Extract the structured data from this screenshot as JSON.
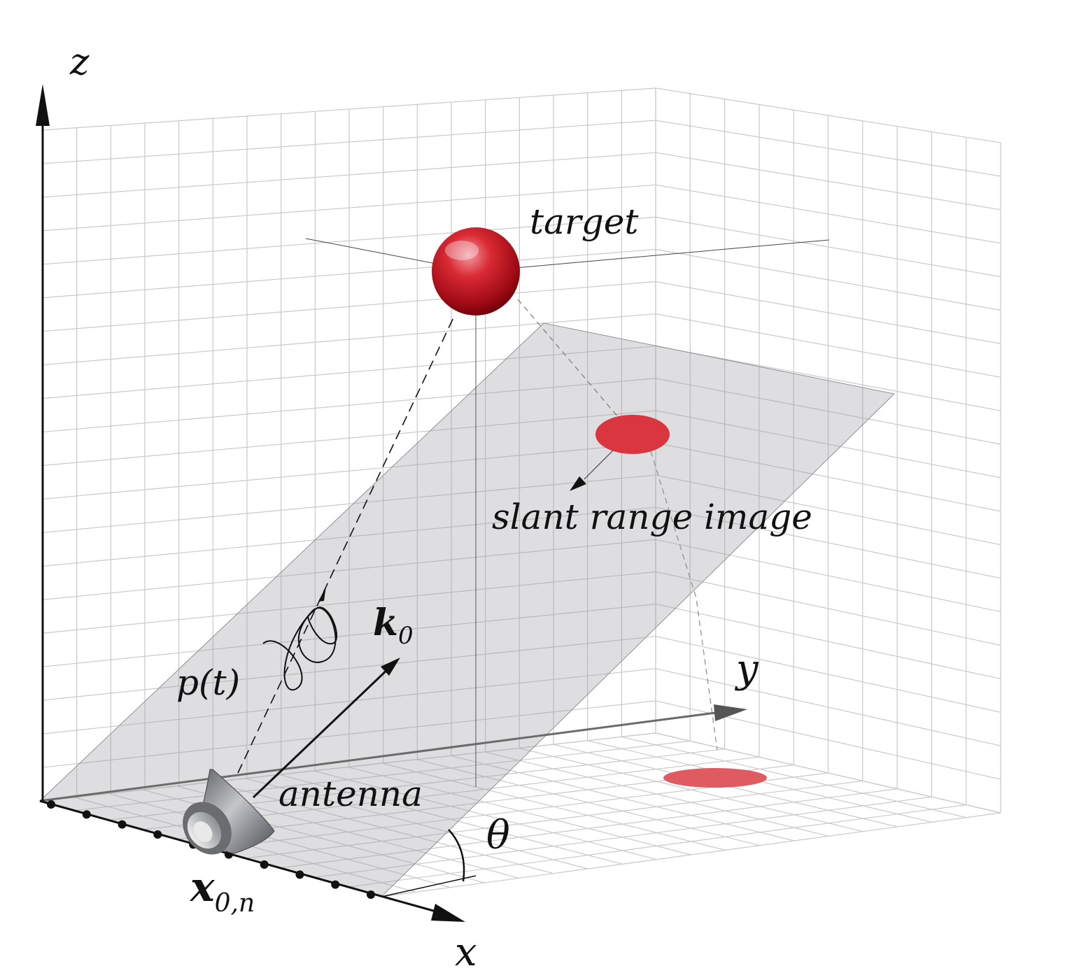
{
  "axes": {
    "x": "x",
    "y": "y",
    "z": "z"
  },
  "labels": {
    "target": "target",
    "slant_range_image": "slant range image",
    "antenna": "antenna",
    "pulse": "p(t)",
    "wave_vector_base": "k",
    "wave_vector_sub": "0",
    "position_base": "x",
    "position_sub": "0,n",
    "angle": "θ"
  },
  "colors": {
    "target": "#c8102e",
    "target_projection": "#d9363f",
    "ground_projection": "#e05a61",
    "slant_plane": "#9a9ca4",
    "grid": "#c9c9c9",
    "axis": "#111111"
  },
  "icons": {
    "antenna": "horn-antenna-icon",
    "target": "sphere-icon"
  }
}
